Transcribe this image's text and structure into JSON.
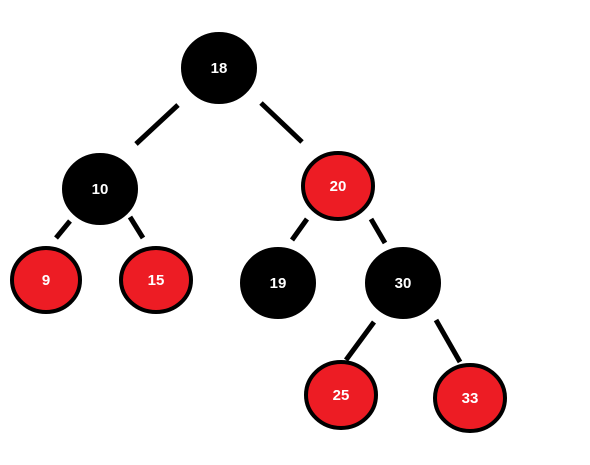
{
  "diagram": {
    "type": "red-black-tree",
    "colors": {
      "black_fill": "#000000",
      "red_fill": "#ed1c24",
      "outline": "#000000",
      "edge": "#000000",
      "label": "#ffffff",
      "background": "#ffffff"
    },
    "nodes": [
      {
        "id": "n18",
        "label": "18",
        "color": "black"
      },
      {
        "id": "n10",
        "label": "10",
        "color": "black"
      },
      {
        "id": "n20",
        "label": "20",
        "color": "red"
      },
      {
        "id": "n9",
        "label": "9",
        "color": "red"
      },
      {
        "id": "n15",
        "label": "15",
        "color": "red"
      },
      {
        "id": "n19",
        "label": "19",
        "color": "black"
      },
      {
        "id": "n30",
        "label": "30",
        "color": "black"
      },
      {
        "id": "n25",
        "label": "25",
        "color": "red"
      },
      {
        "id": "n33",
        "label": "33",
        "color": "red"
      }
    ],
    "edges": [
      {
        "from": "n18",
        "to": "n10"
      },
      {
        "from": "n18",
        "to": "n20"
      },
      {
        "from": "n10",
        "to": "n9"
      },
      {
        "from": "n10",
        "to": "n15"
      },
      {
        "from": "n20",
        "to": "n19"
      },
      {
        "from": "n20",
        "to": "n30"
      },
      {
        "from": "n30",
        "to": "n25"
      },
      {
        "from": "n30",
        "to": "n33"
      }
    ]
  }
}
